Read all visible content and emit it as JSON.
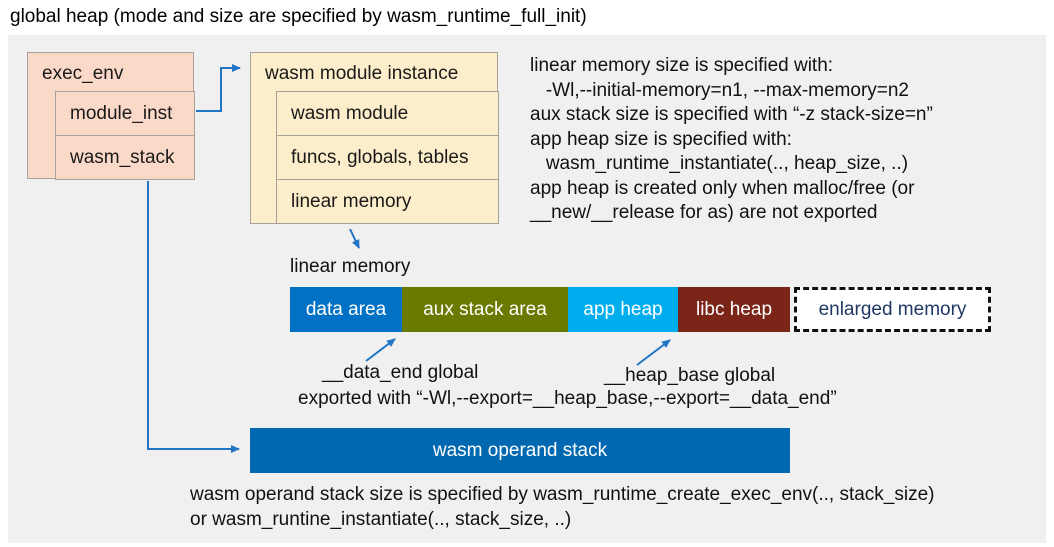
{
  "title": "global heap (mode and size are specified by wasm_runtime_full_init)",
  "exec_env_box": {
    "header": "exec_env",
    "rows": [
      "module_inst",
      "wasm_stack"
    ]
  },
  "module_instance_box": {
    "header": "wasm module instance",
    "rows": [
      "wasm module",
      "funcs, globals, tables",
      "linear memory"
    ]
  },
  "notes_top": {
    "lines": [
      "linear memory size is specified with:",
      "   -Wl,--initial-memory=n1, --max-memory=n2",
      "aux stack size is specified with “-z stack-size=n”",
      "app heap size is specified with:",
      "   wasm_runtime_instantiate(.., heap_size, ..)",
      "app heap is created only when malloc/free (or",
      "__new/__release for as) are not exported"
    ]
  },
  "linear_memory": {
    "label": "linear memory",
    "segments": [
      {
        "label": "data area",
        "color": "#0071c5",
        "text_color": "#ffffff"
      },
      {
        "label": "aux stack area",
        "color": "#6a7a00",
        "text_color": "#ffffff"
      },
      {
        "label": "app heap",
        "color": "#00aeef",
        "text_color": "#ffffff"
      },
      {
        "label": "libc heap",
        "color": "#7b2518",
        "text_color": "#ffffff"
      },
      {
        "label": "enlarged memory",
        "color": "#ffffff",
        "text_color": "#1f3864"
      }
    ]
  },
  "globals_annotation": {
    "data_end": "__data_end global",
    "heap_base": "__heap_base global",
    "exported": "exported with “-Wl,--export=__heap_base,--export=__data_end”"
  },
  "operand_stack": {
    "label": "wasm operand stack",
    "color": "#0068b0"
  },
  "notes_bottom": {
    "lines": [
      "wasm operand stack size is specified by wasm_runtime_create_exec_env(.., stack_size)",
      "or wasm_runtine_instantiate(.., stack_size, ..)"
    ]
  },
  "colors": {
    "panel_bg": "#f0f0f0",
    "peach_box": "#fbd9c8",
    "cream_box": "#fdeecb",
    "arrow": "#2175c5"
  }
}
